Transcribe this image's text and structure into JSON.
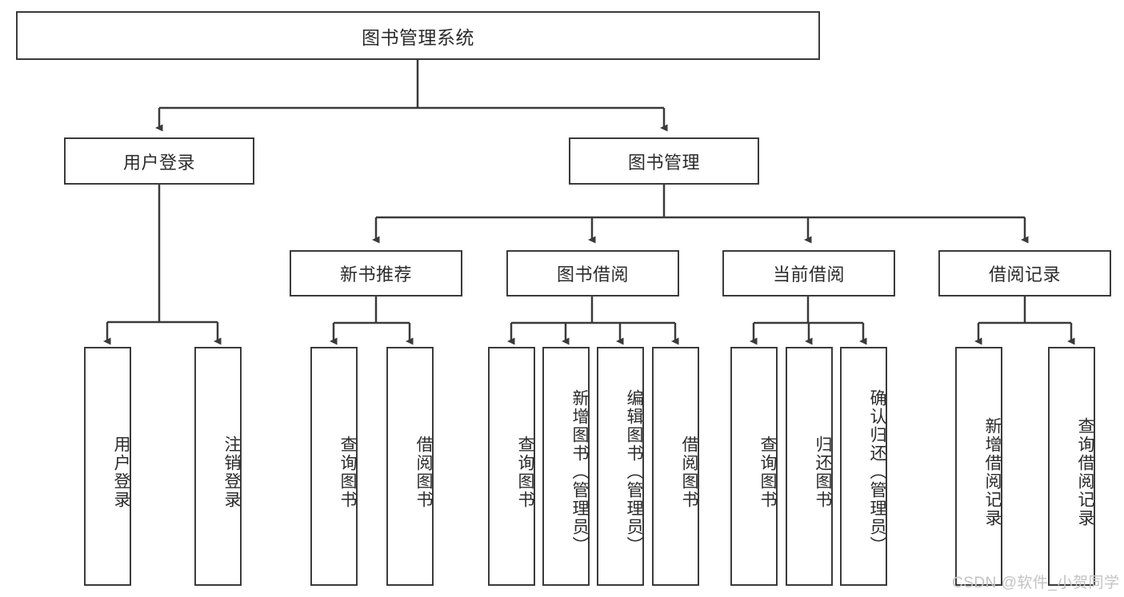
{
  "diagram": {
    "title": "图书管理系统",
    "type": "hierarchy-tree",
    "colors": {
      "box_border": "#3a3a3a",
      "box_fill": "#ffffff",
      "edge": "#3a3a3a",
      "text": "#2b2b2b",
      "watermark": "#c3c3c3",
      "background": "#ffffff"
    },
    "nodes": {
      "root": {
        "label": "图书管理系统"
      },
      "level1": [
        {
          "label": "用户登录"
        },
        {
          "label": "图书管理"
        }
      ],
      "level2": [
        {
          "label": "新书推荐"
        },
        {
          "label": "图书借阅"
        },
        {
          "label": "当前借阅"
        },
        {
          "label": "借阅记录"
        }
      ],
      "leaves": {
        "user_login": [
          {
            "label": "用户登录"
          },
          {
            "label": "注销登录"
          }
        ],
        "new_book_recommend": [
          {
            "label": "查询图书"
          },
          {
            "label": "借阅图书"
          }
        ],
        "book_borrow": [
          {
            "label": "查询图书"
          },
          {
            "label": "新增图书（管理员）"
          },
          {
            "label": "编辑图书（管理员）"
          },
          {
            "label": "借阅图书"
          }
        ],
        "current_borrow": [
          {
            "label": "查询图书"
          },
          {
            "label": "归还图书"
          },
          {
            "label": "确认归还（管理员）"
          }
        ],
        "borrow_record": [
          {
            "label": "新增借阅记录"
          },
          {
            "label": "查询借阅记录"
          }
        ]
      }
    },
    "watermark": "CSDN @软件_小贺同学"
  }
}
